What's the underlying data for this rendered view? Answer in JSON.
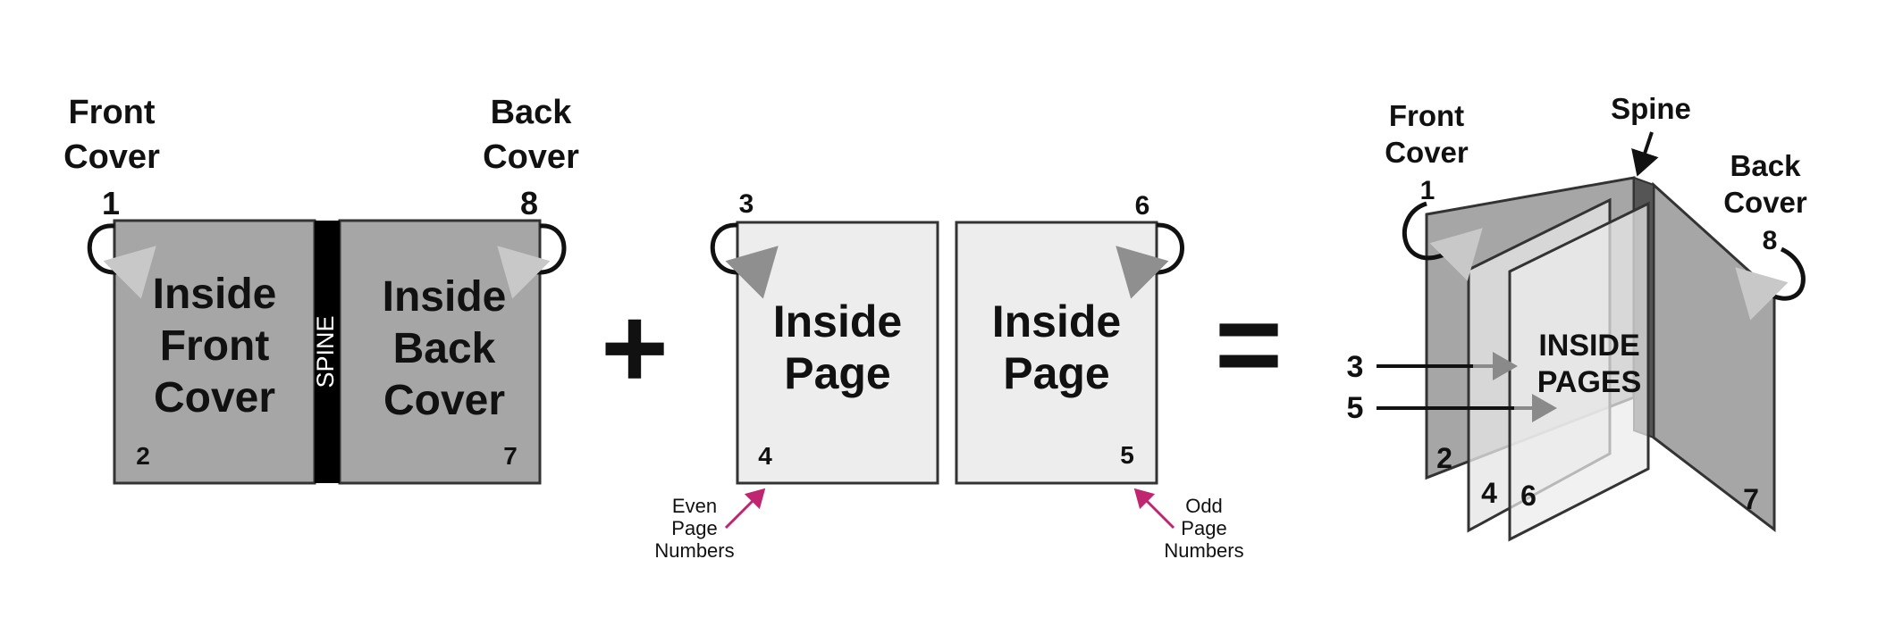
{
  "colors": {
    "cover_fill": "#a6a6a6",
    "inside_page_fill": "#ededed",
    "spine_fill": "#000000",
    "outline": "#333333",
    "curl_arrow": "#c8c8c8",
    "note_arrow": "#c0256f",
    "pointer_gray": "#8a8a8a"
  },
  "panel1": {
    "front_cover_line1": "Front",
    "front_cover_line2": "Cover",
    "back_cover_line1": "Back",
    "back_cover_line2": "Cover",
    "num_front": "1",
    "num_back": "8",
    "inside_front_line1": "Inside",
    "inside_front_line2": "Front",
    "inside_front_line3": "Cover",
    "inside_back_line1": "Inside",
    "inside_back_line2": "Back",
    "inside_back_line3": "Cover",
    "spine_label": "SPINE",
    "num_inside_front": "2",
    "num_inside_back": "7"
  },
  "operators": {
    "plus": "+",
    "equals": "="
  },
  "panel2": {
    "left_page_line1": "Inside",
    "left_page_line2": "Page",
    "right_page_line1": "Inside",
    "right_page_line2": "Page",
    "num_left_top": "3",
    "num_left_bottom": "4",
    "num_right_top": "6",
    "num_right_bottom": "5",
    "even_note_line1": "Even",
    "even_note_line2": "Page",
    "even_note_line3": "Numbers",
    "odd_note_line1": "Odd",
    "odd_note_line2": "Page",
    "odd_note_line3": "Numbers"
  },
  "panel3": {
    "front_cover_line1": "Front",
    "front_cover_line2": "Cover",
    "spine_label": "Spine",
    "back_cover_line1": "Back",
    "back_cover_line2": "Cover",
    "num_front": "1",
    "num_back": "8",
    "inside_pages_line1": "INSIDE",
    "inside_pages_line2": "PAGES",
    "num_3": "3",
    "num_5": "5",
    "num_2": "2",
    "num_4": "4",
    "num_6": "6",
    "num_7": "7"
  }
}
